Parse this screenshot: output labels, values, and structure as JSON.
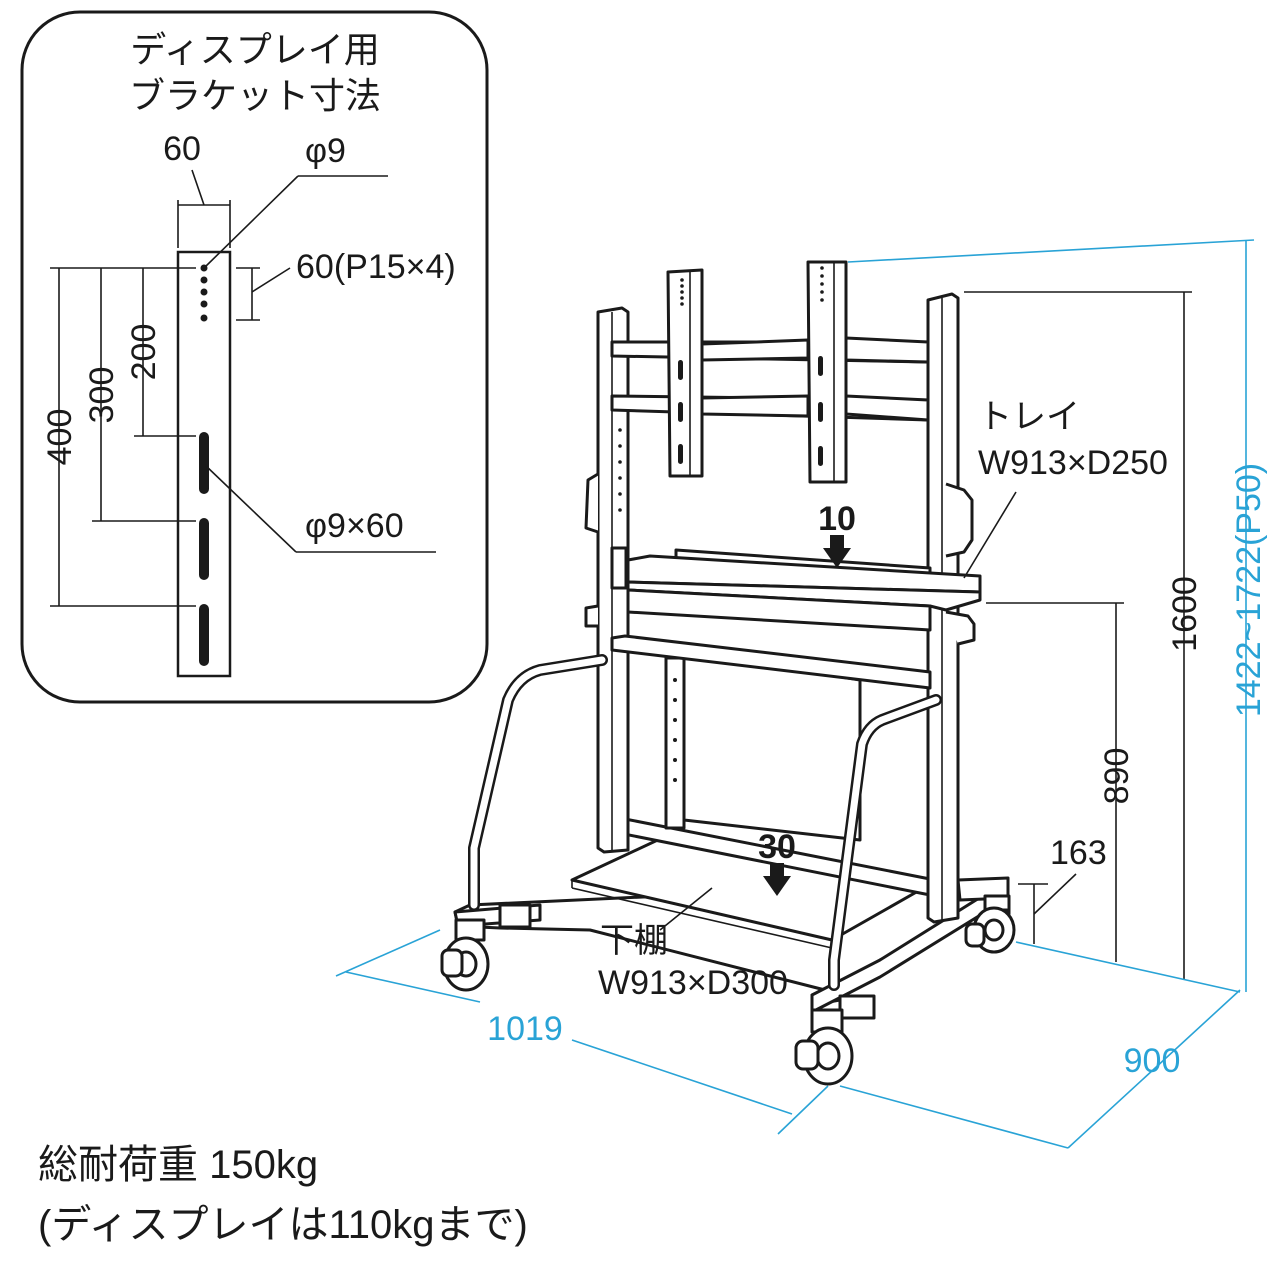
{
  "inset": {
    "title_line1": "ディスプレイ用",
    "title_line2": "ブラケット寸法",
    "dim_width": "60",
    "dim_hole": "φ9",
    "dim_pitch": "60(P15×4)",
    "dim_200": "200",
    "dim_300": "300",
    "dim_400": "400",
    "dim_slot": "φ9×60"
  },
  "stand": {
    "tray_label": "トレイ",
    "tray_size": "W913×D250",
    "tray_load": "10",
    "shelf_label": "下棚",
    "shelf_size": "W913×D300",
    "shelf_load": "30",
    "dim_height": "1600",
    "dim_adjust": "1422~1722(P50)",
    "dim_tray_height": "890",
    "dim_shelf_height": "163",
    "dim_width": "1019",
    "dim_depth": "900"
  },
  "notes": {
    "load_total": "総耐荷重 150kg",
    "load_display": "(ディスプレイは110kgまで)"
  },
  "colors": {
    "line": "#1a1a1a",
    "dimension_accent": "#29a3d6"
  }
}
